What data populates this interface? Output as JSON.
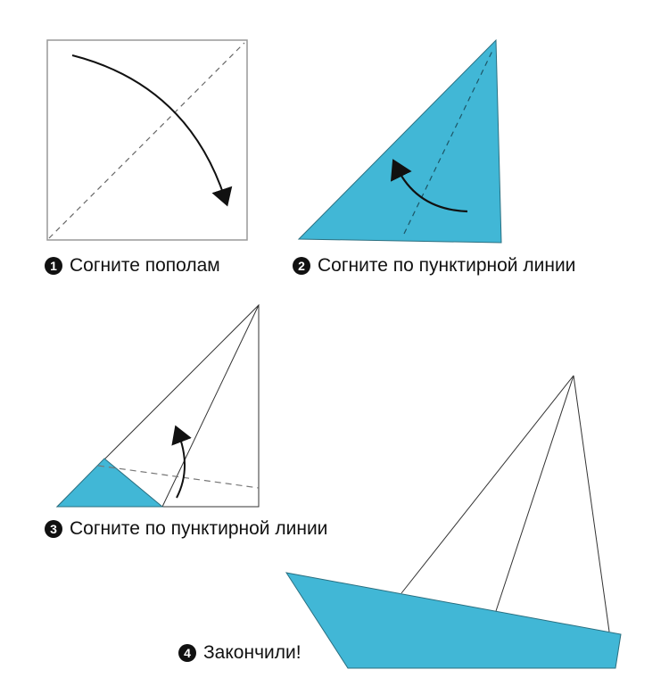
{
  "colors": {
    "paper": "#41b7d6",
    "line": "#222222",
    "frame": "#999999"
  },
  "steps": [
    {
      "number": "1",
      "label": "Согните пополам"
    },
    {
      "number": "2",
      "label": "Согните по пунктирной линии"
    },
    {
      "number": "3",
      "label": "Согните по пунктирной линии"
    },
    {
      "number": "4",
      "label": "Закончили!"
    }
  ]
}
